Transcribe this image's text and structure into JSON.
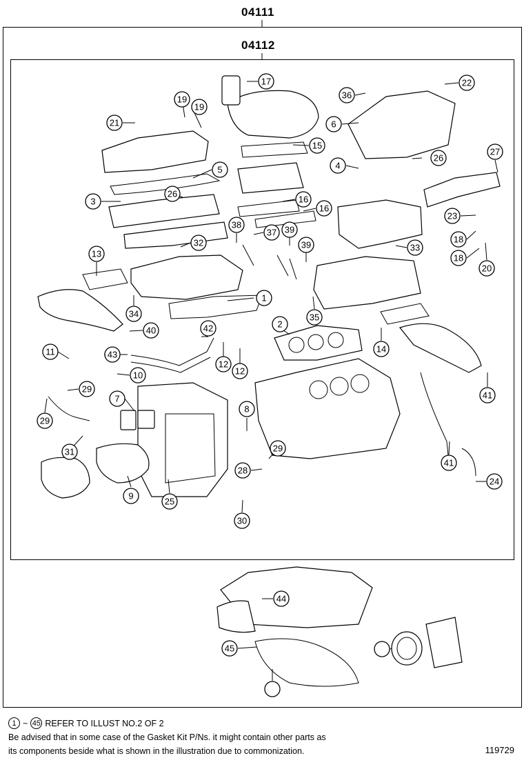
{
  "assembly_codes": {
    "outer": "04111",
    "inner": "04112"
  },
  "callouts": [
    "1",
    "2",
    "3",
    "4",
    "5",
    "6",
    "7",
    "8",
    "9",
    "10",
    "11",
    "12",
    "12",
    "13",
    "14",
    "15",
    "16",
    "16",
    "17",
    "18",
    "18",
    "19",
    "19",
    "20",
    "21",
    "22",
    "23",
    "24",
    "25",
    "26",
    "26",
    "27",
    "28",
    "29",
    "29",
    "29",
    "30",
    "31",
    "32",
    "33",
    "34",
    "35",
    "36",
    "37",
    "38",
    "39",
    "39",
    "40",
    "41",
    "41",
    "42",
    "43",
    "44",
    "45"
  ],
  "footer": {
    "ref_start": "1",
    "ref_tilde": "~",
    "ref_end": "45",
    "ref_text": "REFER TO ILLUST NO.2 OF 2",
    "note_line1": "Be advised that in some case of the Gasket Kit P/Ns.  it might contain other parts as",
    "note_line2": "its components beside what is shown in the illustration due to commonization."
  },
  "figure_id": "119729"
}
